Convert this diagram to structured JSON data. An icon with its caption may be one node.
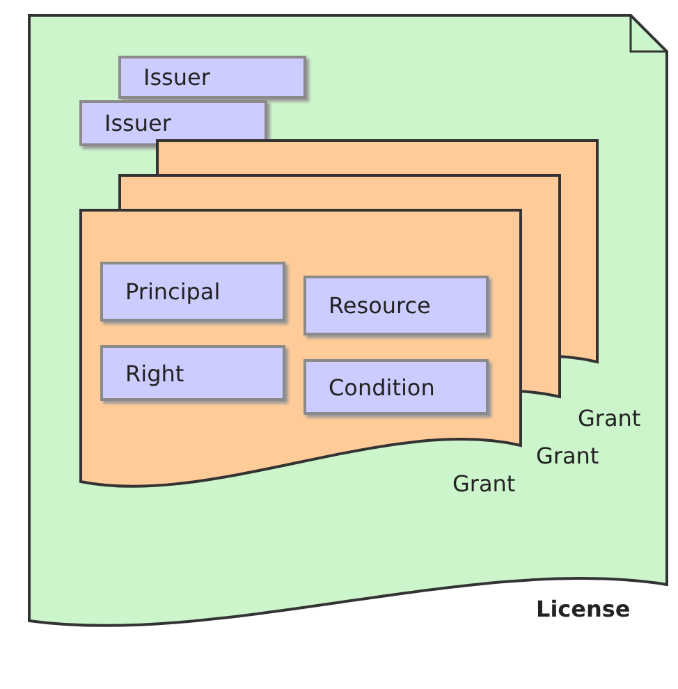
{
  "diagram": {
    "nodes": [
      {
        "text": [
          "License"
        ]
      },
      {
        "text": [
          "Issuer"
        ],
        "in": 0
      },
      {
        "text": [
          "Issuer"
        ],
        "in": 0
      },
      {
        "text": [
          "Grant"
        ],
        "in": 0
      },
      {
        "text": [
          "Grant"
        ],
        "in": 0
      },
      {
        "text": [
          "Grant"
        ],
        "in": 0
      },
      {
        "text": [
          "Principal"
        ],
        "in": 5
      },
      {
        "text": [
          "Resource"
        ]
      },
      {
        "text": [
          "Right"
        ],
        "in": 5
      },
      {
        "text": [
          "Condition"
        ]
      }
    ]
  }
}
